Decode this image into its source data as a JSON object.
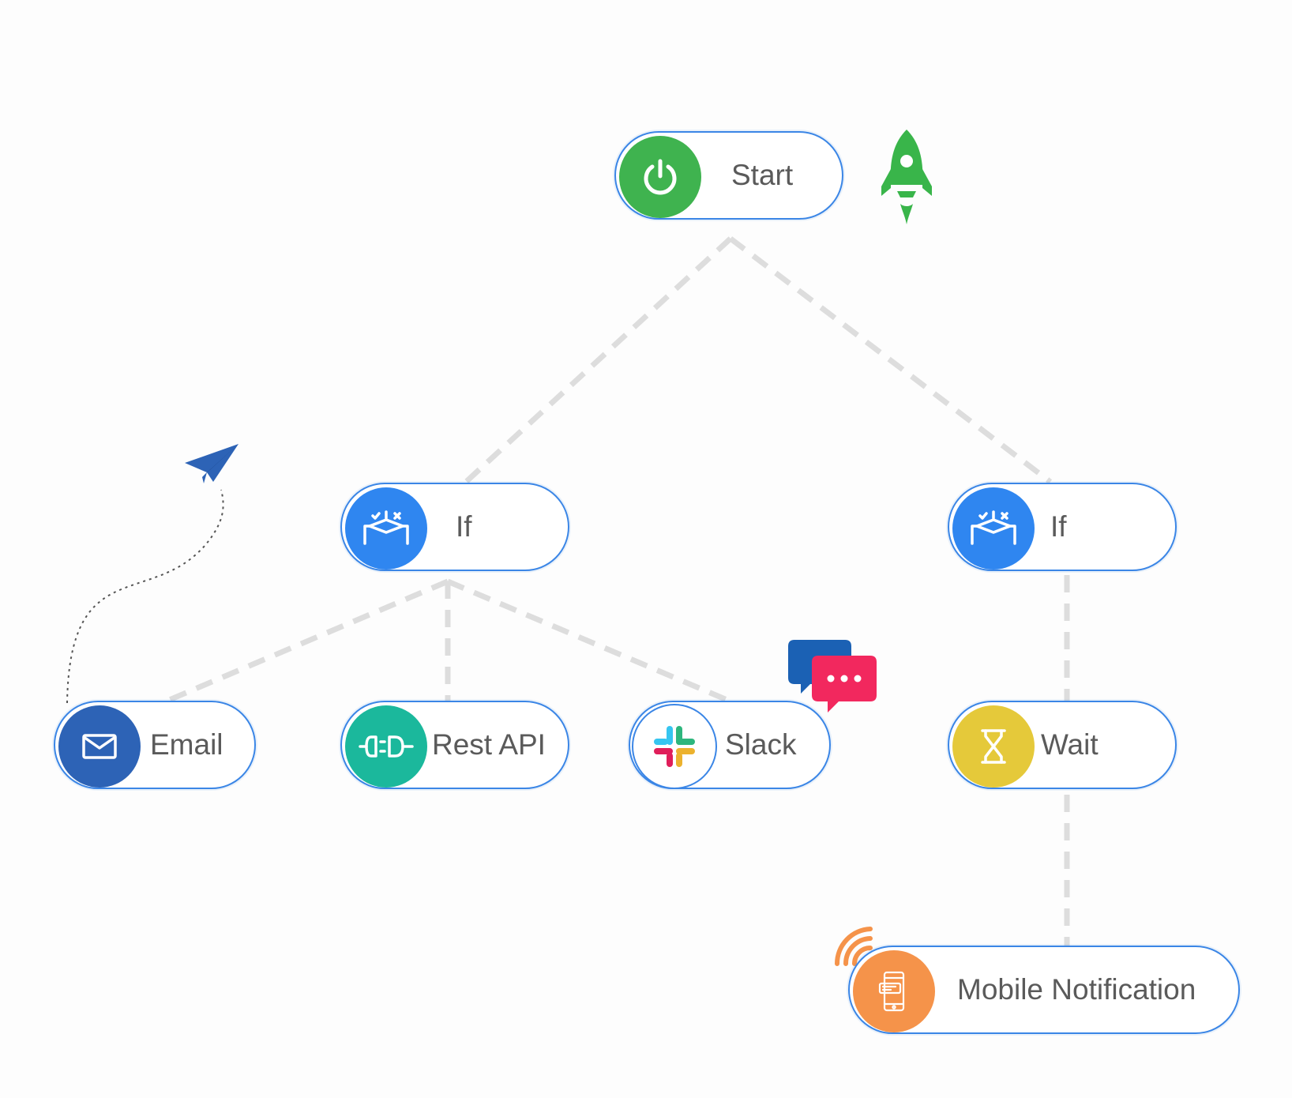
{
  "nodes": {
    "start": {
      "label": "Start",
      "color": "#3fb34f",
      "icon": "power-icon"
    },
    "if_left": {
      "label": "If",
      "color": "#2f86f0",
      "icon": "condition-icon"
    },
    "if_right": {
      "label": "If",
      "color": "#2f86f0",
      "icon": "condition-icon"
    },
    "email": {
      "label": "Email",
      "color": "#2d63b6",
      "icon": "envelope-icon"
    },
    "rest_api": {
      "label": "Rest API",
      "color": "#1bb89c",
      "icon": "plug-icon"
    },
    "slack": {
      "label": "Slack",
      "color": "#ffffff",
      "icon": "slack-icon"
    },
    "wait": {
      "label": "Wait",
      "color": "#e5c93a",
      "icon": "hourglass-icon"
    },
    "mobile_notification": {
      "label": "Mobile Notification",
      "color": "#f5934a",
      "icon": "mobile-icon"
    }
  },
  "decorations": [
    "rocket-icon",
    "paper-plane-icon",
    "chat-bubbles-icon",
    "wifi-signal-icon"
  ],
  "colors": {
    "node_border": "#3b86e6",
    "connector": "#dcdcdc",
    "label_text": "#5a5a5a"
  }
}
